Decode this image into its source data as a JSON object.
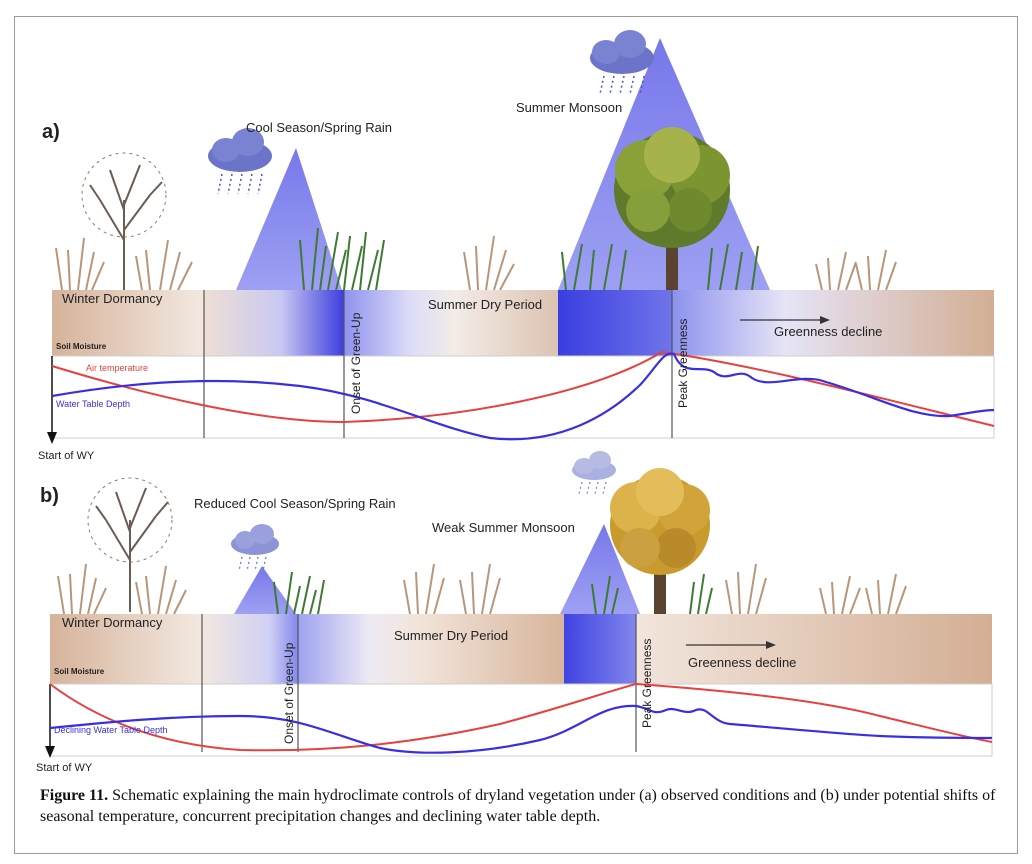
{
  "panel_a": {
    "label": "a)",
    "cool_rain": "Cool Season/Spring Rain",
    "monsoon": "Summer Monsoon",
    "winter": "Winter Dormancy",
    "soil_moisture": "Soil Moisture",
    "onset": "Onset of Green-Up",
    "dry_period": "Summer Dry Period",
    "peak": "Peak Greenness",
    "decline": "Greenness decline",
    "air_temp": "Air temperature",
    "water_table": "Water Table Depth",
    "start": "Start of WY"
  },
  "panel_b": {
    "label": "b)",
    "cool_rain": "Reduced Cool Season/Spring Rain",
    "monsoon": "Weak Summer Monsoon",
    "winter": "Winter Dormancy",
    "soil_moisture": "Soil Moisture",
    "onset": "Onset of Green-Up",
    "dry_period": "Summer Dry Period",
    "peak": "Peak Greenness",
    "decline": "Greenness decline",
    "water_table": "Declining Water Table Depth",
    "start": "Start of WY"
  },
  "caption": {
    "figure_label": "Figure 11.",
    "text": " Schematic explaining the main hydroclimate controls of dryland vegetation under (a) observed conditions and (b) under potential shifts of seasonal temperature, concurrent precipitation changes and declining water table depth."
  },
  "colors": {
    "air_temperature": "#e8403c",
    "water_table": "#3a2fe0",
    "soil_brown": "#d9b8a0",
    "rain_blue": "#5a5ae6"
  }
}
